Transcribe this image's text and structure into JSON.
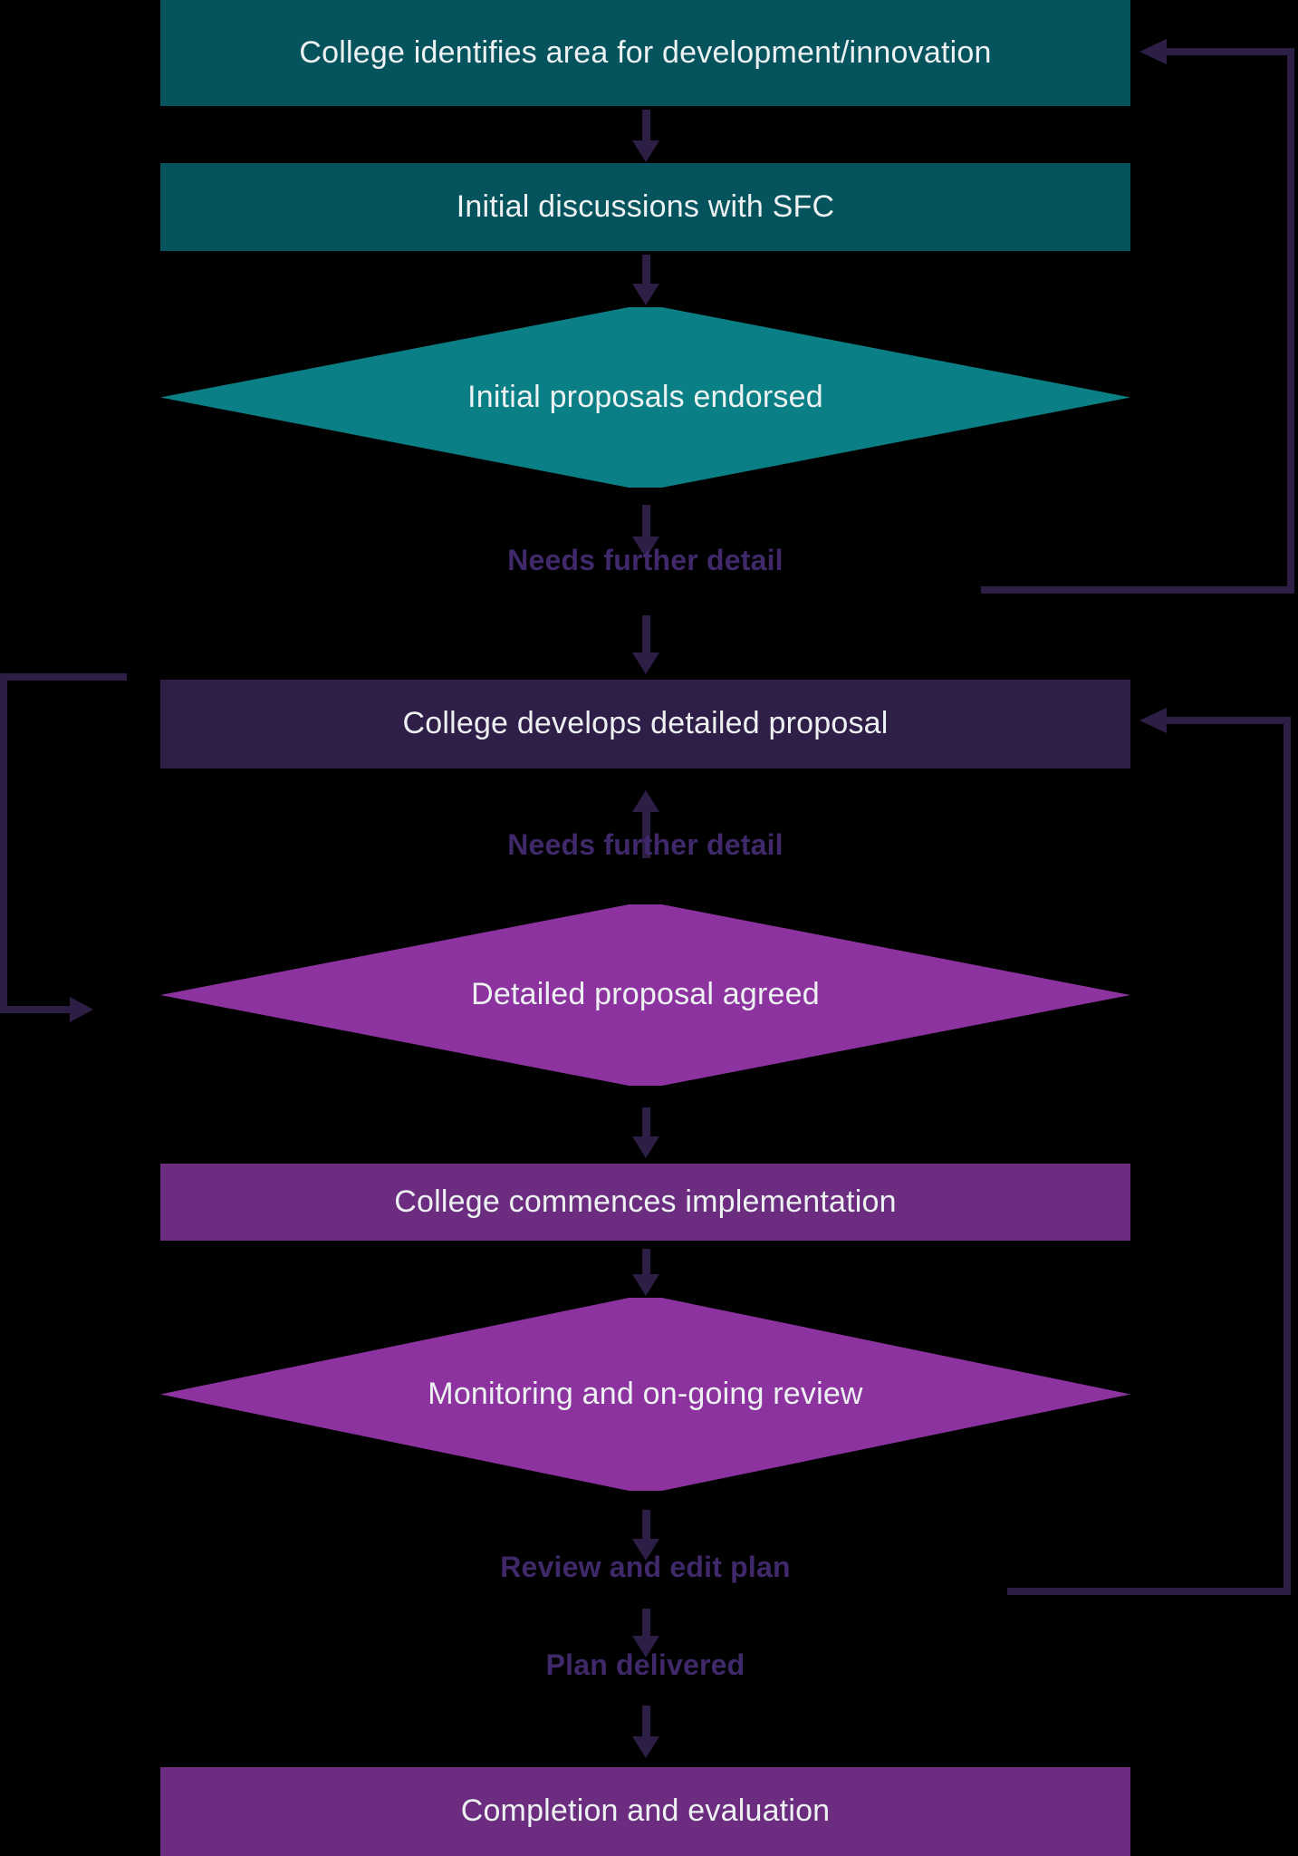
{
  "palette": {
    "background": "#000000",
    "teal_box": "#04535d",
    "teal_diamond": "#0a8086",
    "navy_box": "#2e1e48",
    "purple_box": "#6c2c80",
    "purple_diamond": "#8d33a0",
    "arrow": "#2d1e46",
    "loop_label": "#40296a",
    "node_text": "#edf1f1"
  },
  "nodes": {
    "identify_area": {
      "type": "process",
      "label": "College identifies area for development/innovation"
    },
    "initial_discussions": {
      "type": "process",
      "label": "Initial discussions with SFC"
    },
    "initial_proposals": {
      "type": "decision",
      "label": "Initial proposals endorsed"
    },
    "develops_proposal": {
      "type": "process",
      "label": "College develops detailed proposal"
    },
    "proposal_agreed": {
      "type": "decision",
      "label": "Detailed proposal agreed"
    },
    "commences_implementation": {
      "type": "process",
      "label": "College commences implementation"
    },
    "monitoring_review": {
      "type": "decision",
      "label": "Monitoring and on-going review"
    },
    "completion_evaluation": {
      "type": "process",
      "label": "Completion and evaluation"
    }
  },
  "edge_labels": {
    "needs_further_detail_top": "Needs further detail",
    "needs_further_detail_mid": "Needs further detail",
    "review_and_edit_plan": "Review and edit plan",
    "plan_delivered": "Plan delivered"
  }
}
